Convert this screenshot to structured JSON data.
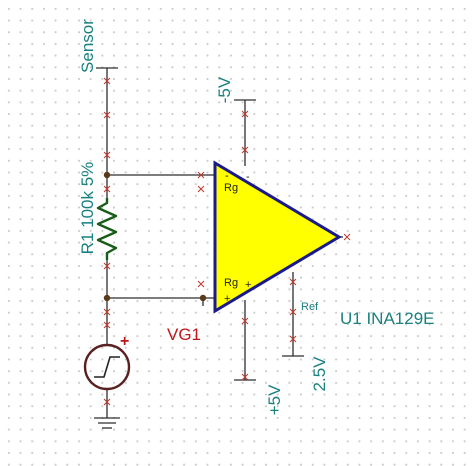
{
  "labels": {
    "sensor": "Sensor",
    "resistor": "R1 100k 5%",
    "neg_supply": "-5V",
    "pos_supply": "+5V",
    "ref_voltage": "2.5V",
    "source": "VG1",
    "amplifier": "U1 INA129E",
    "ref_pin": "Ref",
    "rg_top": "Rg",
    "rg_bottom": "Rg",
    "pin_minus": "-",
    "pin_plus": "+",
    "supply_minus": "-",
    "supply_plus": "+",
    "source_polarity": "+"
  },
  "colors": {
    "opamp_fill": "#ffff00",
    "opamp_outline": "#1a1a8c",
    "wire": "#2e2e2e",
    "resistor": "#1a5c1a",
    "label_teal": "#1a8080",
    "label_red": "#c0151a"
  }
}
